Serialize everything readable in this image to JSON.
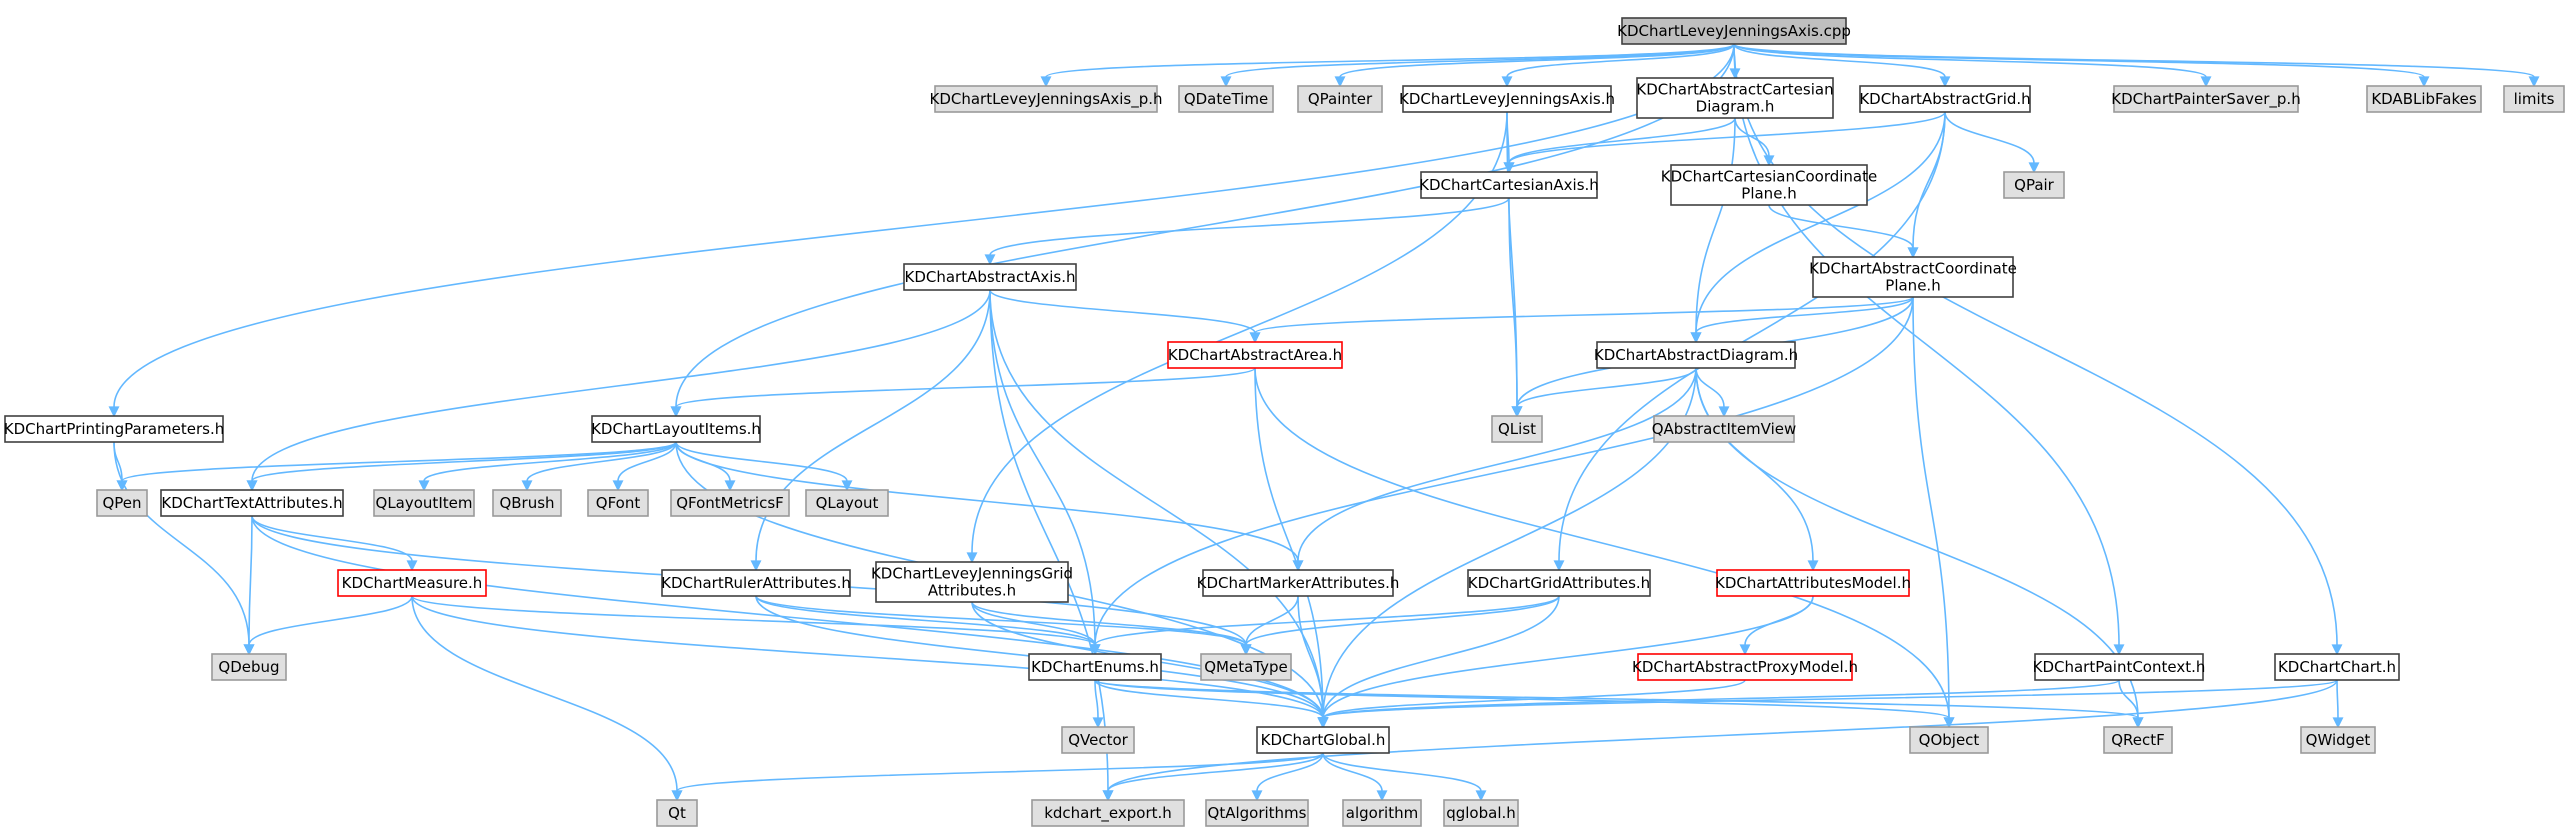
{
  "colors": {
    "root_fill": "#bfbfbf",
    "root_stroke": "#404040",
    "normal_fill": "#ffffff",
    "normal_stroke": "#404040",
    "missing_fill": "#e0e0e0",
    "missing_stroke": "#999999",
    "incomplete_fill": "#ffffff",
    "incomplete_stroke": "#ff0000",
    "edge": "#63b8ff",
    "text": "#000000"
  },
  "nodes": [
    {
      "id": "root",
      "lines": [
        "KDChartLeveyJenningsAxis.cpp"
      ],
      "kind": "root"
    },
    {
      "id": "printparams",
      "lines": [
        "KDChartPrintingParameters.h"
      ],
      "kind": "normal"
    },
    {
      "id": "layoutitems",
      "lines": [
        "KDChartLayoutItems.h"
      ],
      "kind": "normal"
    },
    {
      "id": "ljaxis_p",
      "lines": [
        "KDChartLeveyJenningsAxis_p.h"
      ],
      "kind": "missing"
    },
    {
      "id": "qdatetime",
      "lines": [
        "QDateTime"
      ],
      "kind": "missing"
    },
    {
      "id": "qpainter",
      "lines": [
        "QPainter"
      ],
      "kind": "missing"
    },
    {
      "id": "ljaxis_h",
      "lines": [
        "KDChartLeveyJenningsAxis.h"
      ],
      "kind": "normal"
    },
    {
      "id": "abscartdiag",
      "lines": [
        "KDChartAbstractCartesian",
        "Diagram.h"
      ],
      "kind": "normal"
    },
    {
      "id": "absgrid",
      "lines": [
        "KDChartAbstractGrid.h"
      ],
      "kind": "normal"
    },
    {
      "id": "paintersaver",
      "lines": [
        "KDChartPainterSaver_p.h"
      ],
      "kind": "missing"
    },
    {
      "id": "kdablib",
      "lines": [
        "KDABLibFakes"
      ],
      "kind": "missing"
    },
    {
      "id": "limits",
      "lines": [
        "limits"
      ],
      "kind": "missing"
    },
    {
      "id": "cartaxis",
      "lines": [
        "KDChartCartesianAxis.h"
      ],
      "kind": "normal"
    },
    {
      "id": "cartcoord",
      "lines": [
        "KDChartCartesianCoordinate",
        "Plane.h"
      ],
      "kind": "normal"
    },
    {
      "id": "qpair",
      "lines": [
        "QPair"
      ],
      "kind": "missing"
    },
    {
      "id": "absaxis",
      "lines": [
        "KDChartAbstractAxis.h"
      ],
      "kind": "normal"
    },
    {
      "id": "abscoord",
      "lines": [
        "KDChartAbstractCoordinate",
        "Plane.h"
      ],
      "kind": "normal"
    },
    {
      "id": "absarea",
      "lines": [
        "KDChartAbstractArea.h"
      ],
      "kind": "incomplete"
    },
    {
      "id": "absdiag",
      "lines": [
        "KDChartAbstractDiagram.h"
      ],
      "kind": "normal"
    },
    {
      "id": "qlist",
      "lines": [
        "QList"
      ],
      "kind": "missing"
    },
    {
      "id": "qabsitemview",
      "lines": [
        "QAbstractItemView"
      ],
      "kind": "missing"
    },
    {
      "id": "qpen",
      "lines": [
        "QPen"
      ],
      "kind": "missing"
    },
    {
      "id": "textattr",
      "lines": [
        "KDChartTextAttributes.h"
      ],
      "kind": "normal"
    },
    {
      "id": "qlayoutitem",
      "lines": [
        "QLayoutItem"
      ],
      "kind": "missing"
    },
    {
      "id": "qbrush",
      "lines": [
        "QBrush"
      ],
      "kind": "missing"
    },
    {
      "id": "qfont",
      "lines": [
        "QFont"
      ],
      "kind": "missing"
    },
    {
      "id": "qfontmetricsf",
      "lines": [
        "QFontMetricsF"
      ],
      "kind": "missing"
    },
    {
      "id": "qlayout",
      "lines": [
        "QLayout"
      ],
      "kind": "missing"
    },
    {
      "id": "measure",
      "lines": [
        "KDChartMeasure.h"
      ],
      "kind": "incomplete"
    },
    {
      "id": "ruler",
      "lines": [
        "KDChartRulerAttributes.h"
      ],
      "kind": "normal"
    },
    {
      "id": "ljgrid",
      "lines": [
        "KDChartLeveyJenningsGrid",
        "Attributes.h"
      ],
      "kind": "normal"
    },
    {
      "id": "marker",
      "lines": [
        "KDChartMarkerAttributes.h"
      ],
      "kind": "normal"
    },
    {
      "id": "gridattr",
      "lines": [
        "KDChartGridAttributes.h"
      ],
      "kind": "normal"
    },
    {
      "id": "attrmodel",
      "lines": [
        "KDChartAttributesModel.h"
      ],
      "kind": "incomplete"
    },
    {
      "id": "absproxy",
      "lines": [
        "KDChartAbstractProxyModel.h"
      ],
      "kind": "incomplete"
    },
    {
      "id": "paintctx",
      "lines": [
        "KDChartPaintContext.h"
      ],
      "kind": "normal"
    },
    {
      "id": "chart",
      "lines": [
        "KDChartChart.h"
      ],
      "kind": "normal"
    },
    {
      "id": "qdebug",
      "lines": [
        "QDebug"
      ],
      "kind": "missing"
    },
    {
      "id": "enums",
      "lines": [
        "KDChartEnums.h"
      ],
      "kind": "normal"
    },
    {
      "id": "qmetatype",
      "lines": [
        "QMetaType"
      ],
      "kind": "missing"
    },
    {
      "id": "qvector",
      "lines": [
        "QVector"
      ],
      "kind": "missing"
    },
    {
      "id": "global",
      "lines": [
        "KDChartGlobal.h"
      ],
      "kind": "normal"
    },
    {
      "id": "qobject",
      "lines": [
        "QObject"
      ],
      "kind": "missing"
    },
    {
      "id": "qrectf",
      "lines": [
        "QRectF"
      ],
      "kind": "missing"
    },
    {
      "id": "qwidget",
      "lines": [
        "QWidget"
      ],
      "kind": "missing"
    },
    {
      "id": "qt",
      "lines": [
        "Qt"
      ],
      "kind": "missing"
    },
    {
      "id": "kdexport",
      "lines": [
        "kdchart_export.h"
      ],
      "kind": "missing"
    },
    {
      "id": "qtalgorithms",
      "lines": [
        "QtAlgorithms"
      ],
      "kind": "missing"
    },
    {
      "id": "algorithm",
      "lines": [
        "algorithm"
      ],
      "kind": "missing"
    },
    {
      "id": "qglobal",
      "lines": [
        "qglobal.h"
      ],
      "kind": "missing"
    }
  ],
  "edges": [
    [
      "root",
      "printparams"
    ],
    [
      "root",
      "layoutitems"
    ],
    [
      "root",
      "ljaxis_p"
    ],
    [
      "root",
      "qdatetime"
    ],
    [
      "root",
      "qpainter"
    ],
    [
      "root",
      "ljaxis_h"
    ],
    [
      "root",
      "abscartdiag"
    ],
    [
      "root",
      "absgrid"
    ],
    [
      "root",
      "paintersaver"
    ],
    [
      "root",
      "kdablib"
    ],
    [
      "root",
      "limits"
    ],
    [
      "root",
      "paintctx"
    ],
    [
      "root",
      "chart"
    ],
    [
      "printparams",
      "qpen"
    ],
    [
      "printparams",
      "qdebug"
    ],
    [
      "ljaxis_h",
      "cartaxis"
    ],
    [
      "ljaxis_h",
      "qlist"
    ],
    [
      "ljaxis_h",
      "ljgrid"
    ],
    [
      "abscartdiag",
      "cartaxis"
    ],
    [
      "abscartdiag",
      "cartcoord"
    ],
    [
      "abscartdiag",
      "absdiag"
    ],
    [
      "absgrid",
      "cartaxis"
    ],
    [
      "absgrid",
      "qpair"
    ],
    [
      "absgrid",
      "abscoord"
    ],
    [
      "absgrid",
      "absdiag"
    ],
    [
      "absgrid",
      "gridattr"
    ],
    [
      "cartaxis",
      "absaxis"
    ],
    [
      "cartaxis",
      "qlist"
    ],
    [
      "cartcoord",
      "abscoord"
    ],
    [
      "abscoord",
      "absarea"
    ],
    [
      "abscoord",
      "absdiag"
    ],
    [
      "abscoord",
      "qlist"
    ],
    [
      "abscoord",
      "enums"
    ],
    [
      "abscoord",
      "qobject"
    ],
    [
      "absaxis",
      "absarea"
    ],
    [
      "absaxis",
      "textattr"
    ],
    [
      "absaxis",
      "ruler"
    ],
    [
      "absaxis",
      "global"
    ],
    [
      "absaxis",
      "kdexport"
    ],
    [
      "absaxis",
      "enums"
    ],
    [
      "absarea",
      "layoutitems"
    ],
    [
      "absarea",
      "global"
    ],
    [
      "absarea",
      "qobject"
    ],
    [
      "absdiag",
      "qlist"
    ],
    [
      "absdiag",
      "qabsitemview"
    ],
    [
      "absdiag",
      "marker"
    ],
    [
      "absdiag",
      "attrmodel"
    ],
    [
      "absdiag",
      "global"
    ],
    [
      "absdiag",
      "qrectf"
    ],
    [
      "layoutitems",
      "qpen"
    ],
    [
      "layoutitems",
      "textattr"
    ],
    [
      "layoutitems",
      "qlayoutitem"
    ],
    [
      "layoutitems",
      "qbrush"
    ],
    [
      "layoutitems",
      "qfont"
    ],
    [
      "layoutitems",
      "qfontmetricsf"
    ],
    [
      "layoutitems",
      "qlayout"
    ],
    [
      "layoutitems",
      "marker"
    ],
    [
      "layoutitems",
      "global"
    ],
    [
      "textattr",
      "measure"
    ],
    [
      "textattr",
      "qdebug"
    ],
    [
      "textattr",
      "qmetatype"
    ],
    [
      "textattr",
      "global"
    ],
    [
      "measure",
      "qdebug"
    ],
    [
      "measure",
      "enums"
    ],
    [
      "measure",
      "global"
    ],
    [
      "measure",
      "qt"
    ],
    [
      "ruler",
      "enums"
    ],
    [
      "ruler",
      "qmetatype"
    ],
    [
      "ruler",
      "global"
    ],
    [
      "ljgrid",
      "enums"
    ],
    [
      "ljgrid",
      "qmetatype"
    ],
    [
      "ljgrid",
      "global"
    ],
    [
      "marker",
      "qmetatype"
    ],
    [
      "marker",
      "global"
    ],
    [
      "gridattr",
      "enums"
    ],
    [
      "gridattr",
      "qmetatype"
    ],
    [
      "gridattr",
      "global"
    ],
    [
      "attrmodel",
      "absproxy"
    ],
    [
      "attrmodel",
      "global"
    ],
    [
      "absproxy",
      "global"
    ],
    [
      "paintctx",
      "global"
    ],
    [
      "paintctx",
      "qrectf"
    ],
    [
      "chart",
      "qwidget"
    ],
    [
      "chart",
      "global"
    ],
    [
      "chart",
      "kdexport"
    ],
    [
      "enums",
      "qvector"
    ],
    [
      "enums",
      "global"
    ],
    [
      "enums",
      "qobject"
    ],
    [
      "enums",
      "qrectf"
    ],
    [
      "global",
      "qt"
    ],
    [
      "global",
      "kdexport"
    ],
    [
      "global",
      "qtalgorithms"
    ],
    [
      "global",
      "algorithm"
    ],
    [
      "global",
      "qglobal"
    ]
  ]
}
